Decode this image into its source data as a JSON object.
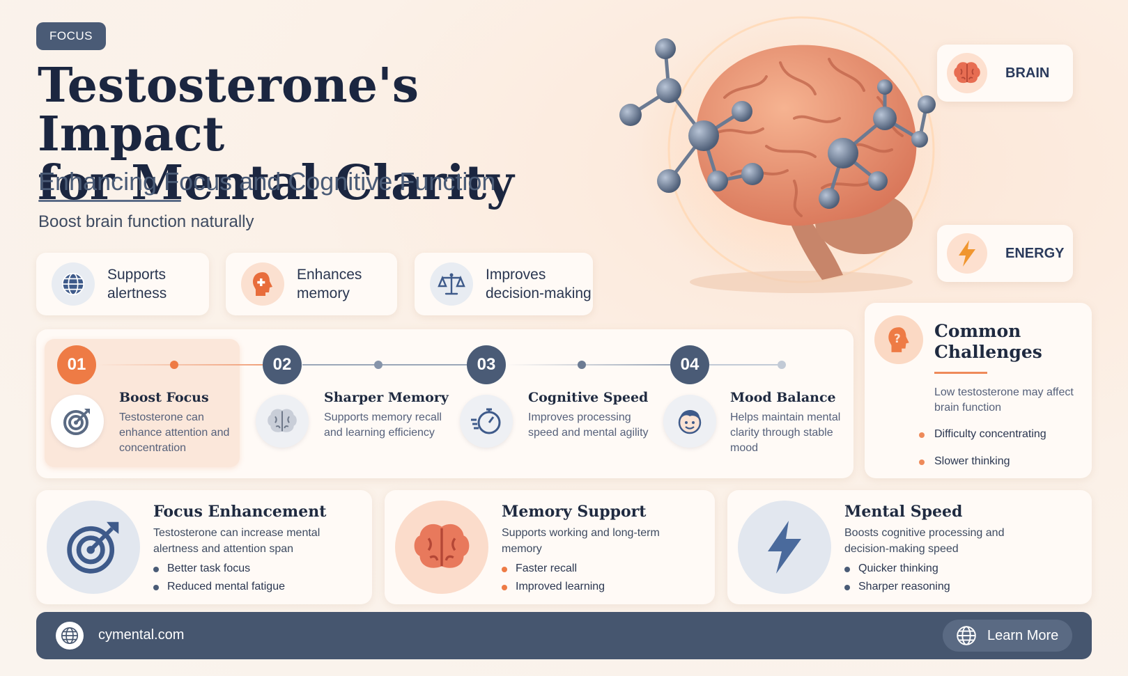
{
  "header": {
    "tag": "FOCUS",
    "title_line1": "Testosterone's Impact",
    "title_line2": "for Mental Clarity",
    "subtitle": "Enhancing Focus and Cognitive Function",
    "tagline": "Boost brain function naturally"
  },
  "chips": [
    {
      "line1": "Supports",
      "line2": "alertness",
      "icon": "globe-icon"
    },
    {
      "line1": "Enhances",
      "line2": "memory",
      "icon": "head-plus-icon"
    },
    {
      "line1": "Improves",
      "line2": "decision-making",
      "icon": "scale-icon"
    }
  ],
  "badges": {
    "brain": "BRAIN",
    "energy": "ENERGY"
  },
  "steps": [
    {
      "num": "01",
      "title": "Boost Focus",
      "desc": "Testosterone can enhance attention and concentration",
      "icon": "target-icon"
    },
    {
      "num": "02",
      "title": "Sharper Memory",
      "desc": "Supports memory recall and learning efficiency",
      "icon": "brain-icon"
    },
    {
      "num": "03",
      "title": "Cognitive Speed",
      "desc": "Improves processing speed and mental agility",
      "icon": "stopwatch-icon"
    },
    {
      "num": "04",
      "title": "Mood Balance",
      "desc": "Helps maintain mental clarity through stable mood",
      "icon": "smiley-face-icon"
    }
  ],
  "challenges": {
    "title_line1": "Common",
    "title_line2": "Challenges",
    "desc": "Low testosterone may affect brain function",
    "items": [
      "Difficulty concentrating",
      "Slower thinking"
    ]
  },
  "cards": [
    {
      "title": "Focus Enhancement",
      "desc": "Testosterone can increase mental alertness and attention span",
      "bullets": [
        "Better task focus",
        "Reduced mental fatigue"
      ],
      "icon": "target-arrow-icon"
    },
    {
      "title": "Memory Support",
      "desc": "Supports working and long-term memory",
      "bullets": [
        "Faster recall",
        "Improved learning"
      ],
      "icon": "brain-icon"
    },
    {
      "title": "Mental Speed",
      "desc": "Boosts cognitive processing and decision-making speed",
      "bullets": [
        "Quicker thinking",
        "Sharper reasoning"
      ],
      "icon": "lightning-icon"
    }
  ],
  "footer": {
    "url": "cymental.com",
    "cta": "Learn More"
  },
  "colors": {
    "navy": "#46566f",
    "accent_orange": "#ee7b45",
    "slate": "#4a5b76"
  }
}
